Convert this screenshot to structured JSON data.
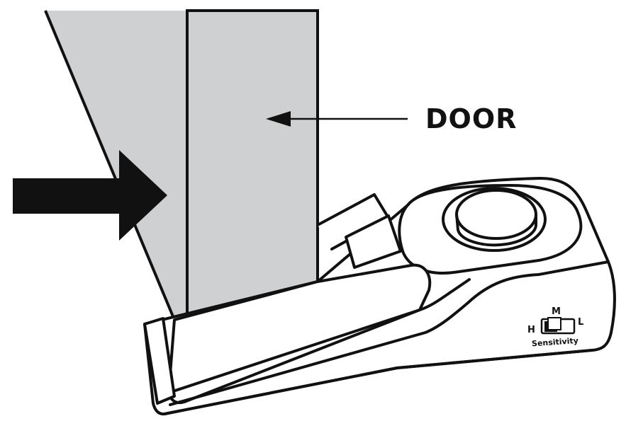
{
  "labels": {
    "door": "DOOR",
    "sensitivity": "Sensitivity",
    "high": "H",
    "medium": "M",
    "low": "L"
  },
  "colors": {
    "door_fill": "#cfd0d2",
    "stroke": "#111111",
    "arrow": "#111111",
    "background": "#ffffff"
  }
}
